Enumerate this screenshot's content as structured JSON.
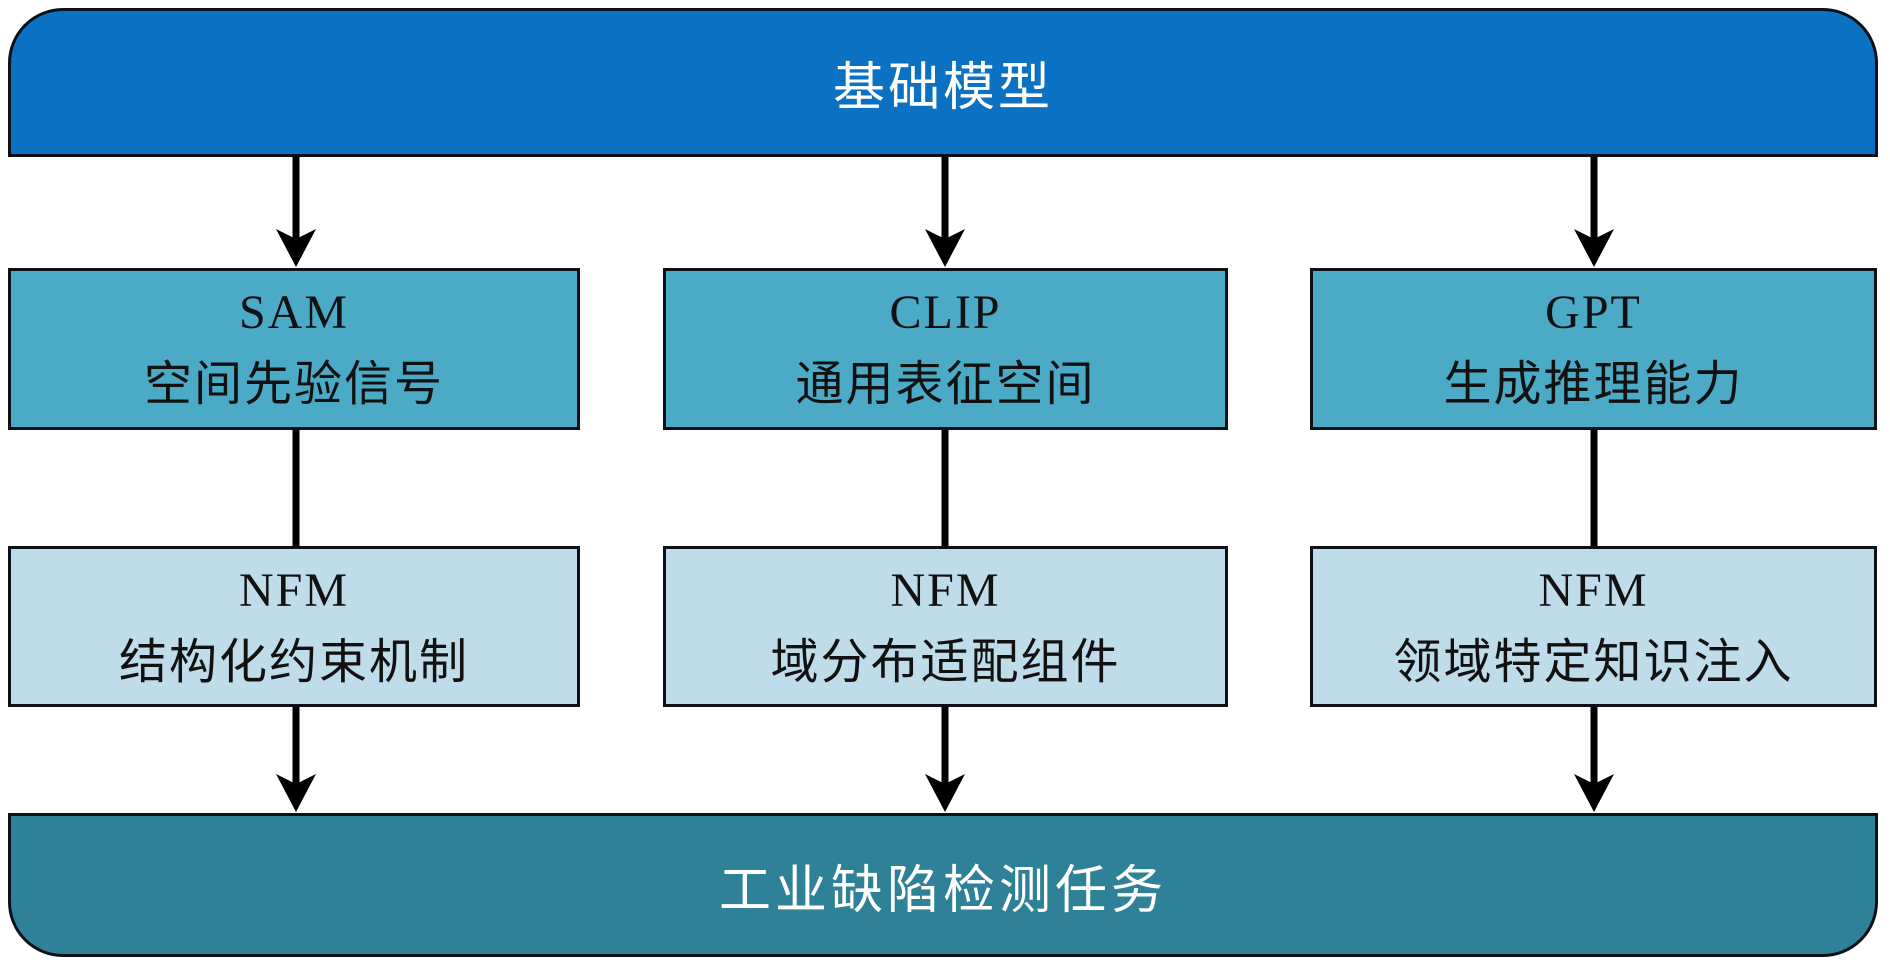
{
  "diagram": {
    "title_node": {
      "label": "基础模型"
    },
    "columns": [
      {
        "model": {
          "title": "SAM",
          "subtitle": "空间先验信号"
        },
        "nfm": {
          "title": "NFM",
          "subtitle": "结构化约束机制"
        }
      },
      {
        "model": {
          "title": "CLIP",
          "subtitle": "通用表征空间"
        },
        "nfm": {
          "title": "NFM",
          "subtitle": "域分布适配组件"
        }
      },
      {
        "model": {
          "title": "GPT",
          "subtitle": "生成推理能力"
        },
        "nfm": {
          "title": "NFM",
          "subtitle": "领域特定知识注入"
        }
      }
    ],
    "sink_node": {
      "label": "工业缺陷检测任务"
    },
    "colors": {
      "root_fill": "#0A71C3",
      "model_fill": "#4BAAC6",
      "nfm_fill": "#BEDCEA",
      "sink_fill": "#2E8196",
      "border": "#0D1117",
      "arrow": "#000000"
    }
  }
}
